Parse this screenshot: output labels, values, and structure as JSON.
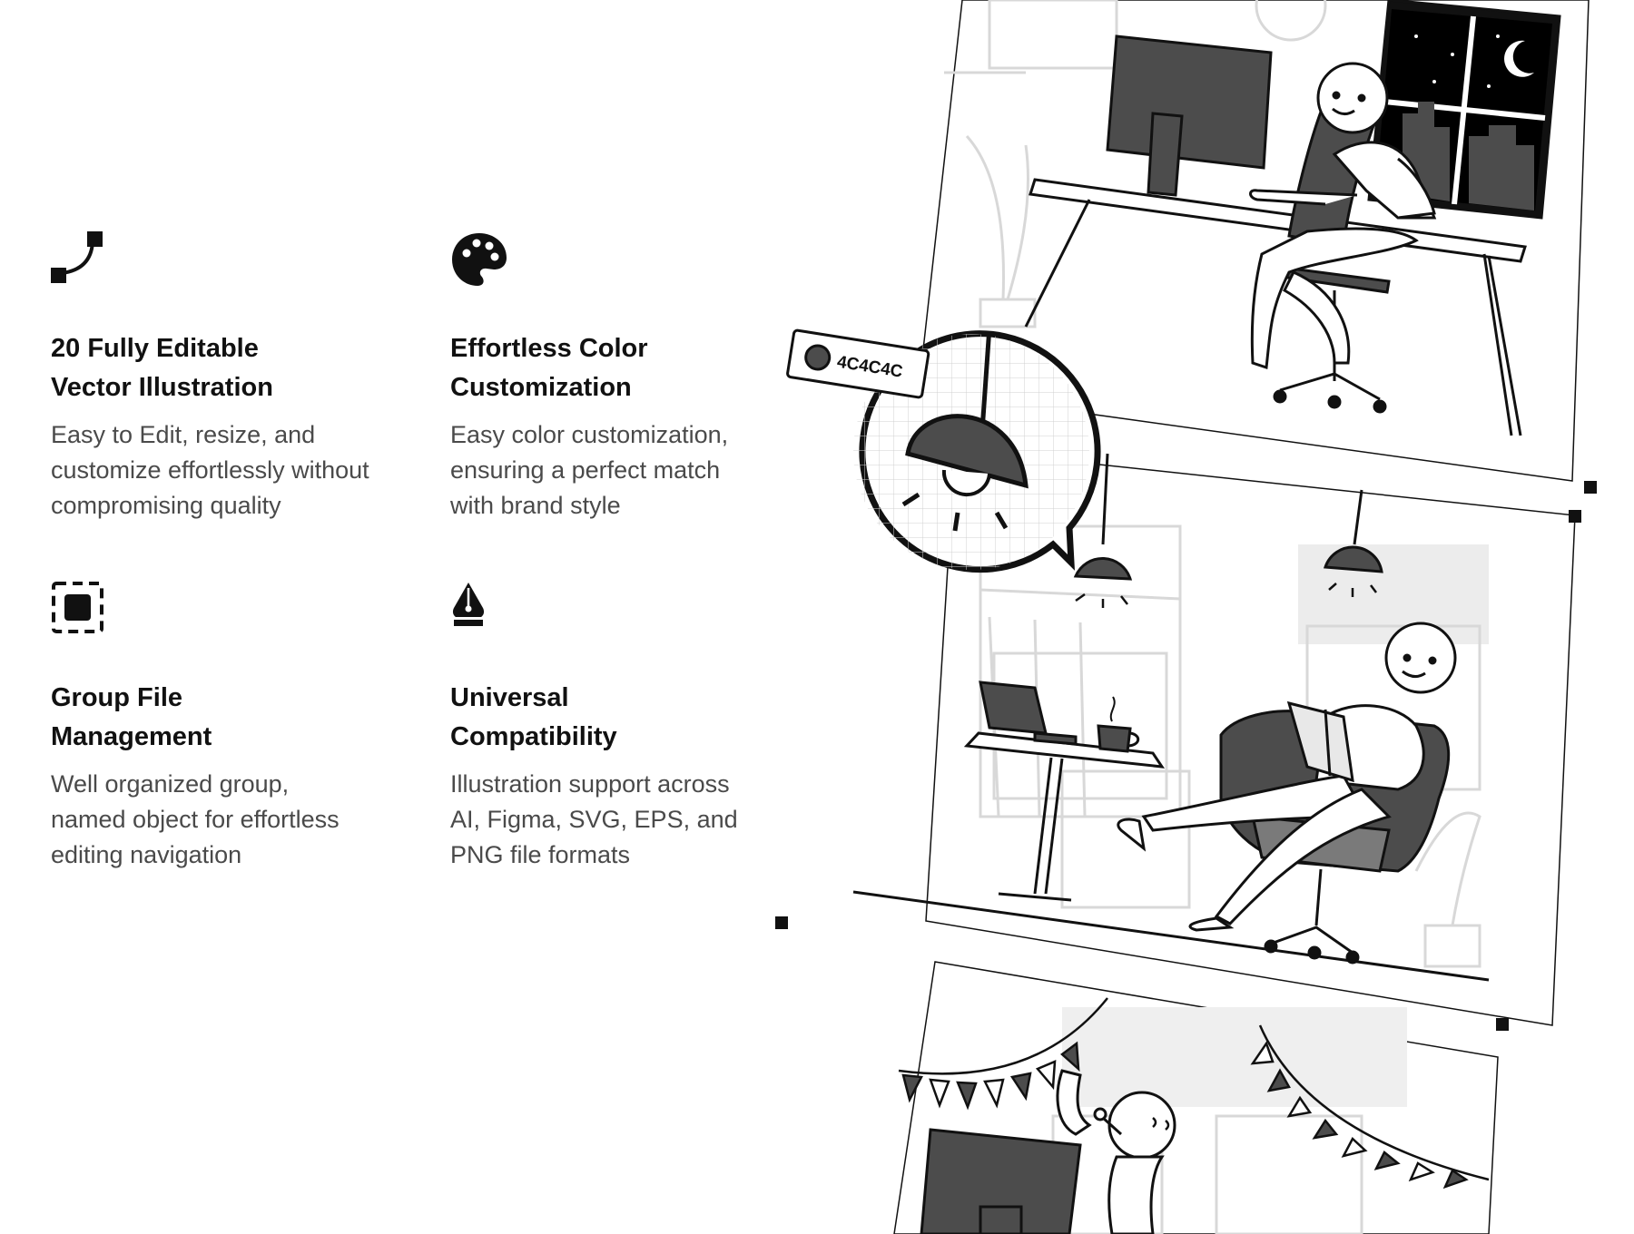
{
  "features": [
    {
      "icon": "bezier-curve-icon",
      "title_lines": [
        "20 Fully Editable",
        "Vector Illustration"
      ],
      "desc_lines": [
        "Easy to Edit, resize, and",
        "customize effortlessly without",
        "compromising quality"
      ]
    },
    {
      "icon": "color-palette-icon",
      "title_lines": [
        "Effortless Color",
        "Customization"
      ],
      "desc_lines": [
        "Easy color customization,",
        "ensuring a perfect match",
        "with brand style"
      ]
    },
    {
      "icon": "group-selection-icon",
      "title_lines": [
        "Group File",
        "Management"
      ],
      "desc_lines": [
        "Well organized group,",
        "named object for effortless",
        "editing navigation"
      ]
    },
    {
      "icon": "pen-tool-icon",
      "title_lines": [
        "Universal",
        "Compatibility"
      ],
      "desc_lines": [
        "Illustration support across",
        "AI, Figma, SVG, EPS, and",
        "PNG file formats"
      ]
    }
  ],
  "illustration": {
    "color_swatch_label": "4C4C4C",
    "colors": {
      "primary": "#4c4c4c",
      "line": "#111111",
      "faint": "#d8d8d8",
      "background": "#ffffff"
    }
  }
}
